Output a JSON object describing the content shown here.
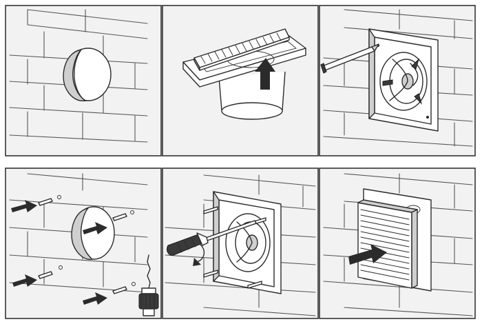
{
  "figure": {
    "steps": [
      {
        "id": 1,
        "row": 1,
        "col": 1,
        "scene": "wall-hole"
      },
      {
        "id": 2,
        "row": 1,
        "col": 2,
        "scene": "insert-fan-into-hole"
      },
      {
        "id": 3,
        "row": 1,
        "col": 3,
        "scene": "mark-screw-holes-with-pencil"
      },
      {
        "id": 4,
        "row": 2,
        "col": 1,
        "scene": "drill-holes-insert-wall-plugs"
      },
      {
        "id": 5,
        "row": 2,
        "col": 2,
        "scene": "screw-fan-to-wall"
      },
      {
        "id": 6,
        "row": 2,
        "col": 3,
        "scene": "attach-front-grille"
      }
    ],
    "colors": {
      "outline": "#2a2a2a",
      "panel_fill": "#f2f2f2",
      "hole_fill": "#cfcfcf",
      "part_fill": "#ffffff",
      "arrow_fill": "#2b2b2b"
    },
    "icons": [
      "pencil-icon",
      "screwdriver-icon",
      "drill-icon",
      "wall-plug-icon",
      "screw-icon",
      "arrow-icon"
    ]
  }
}
